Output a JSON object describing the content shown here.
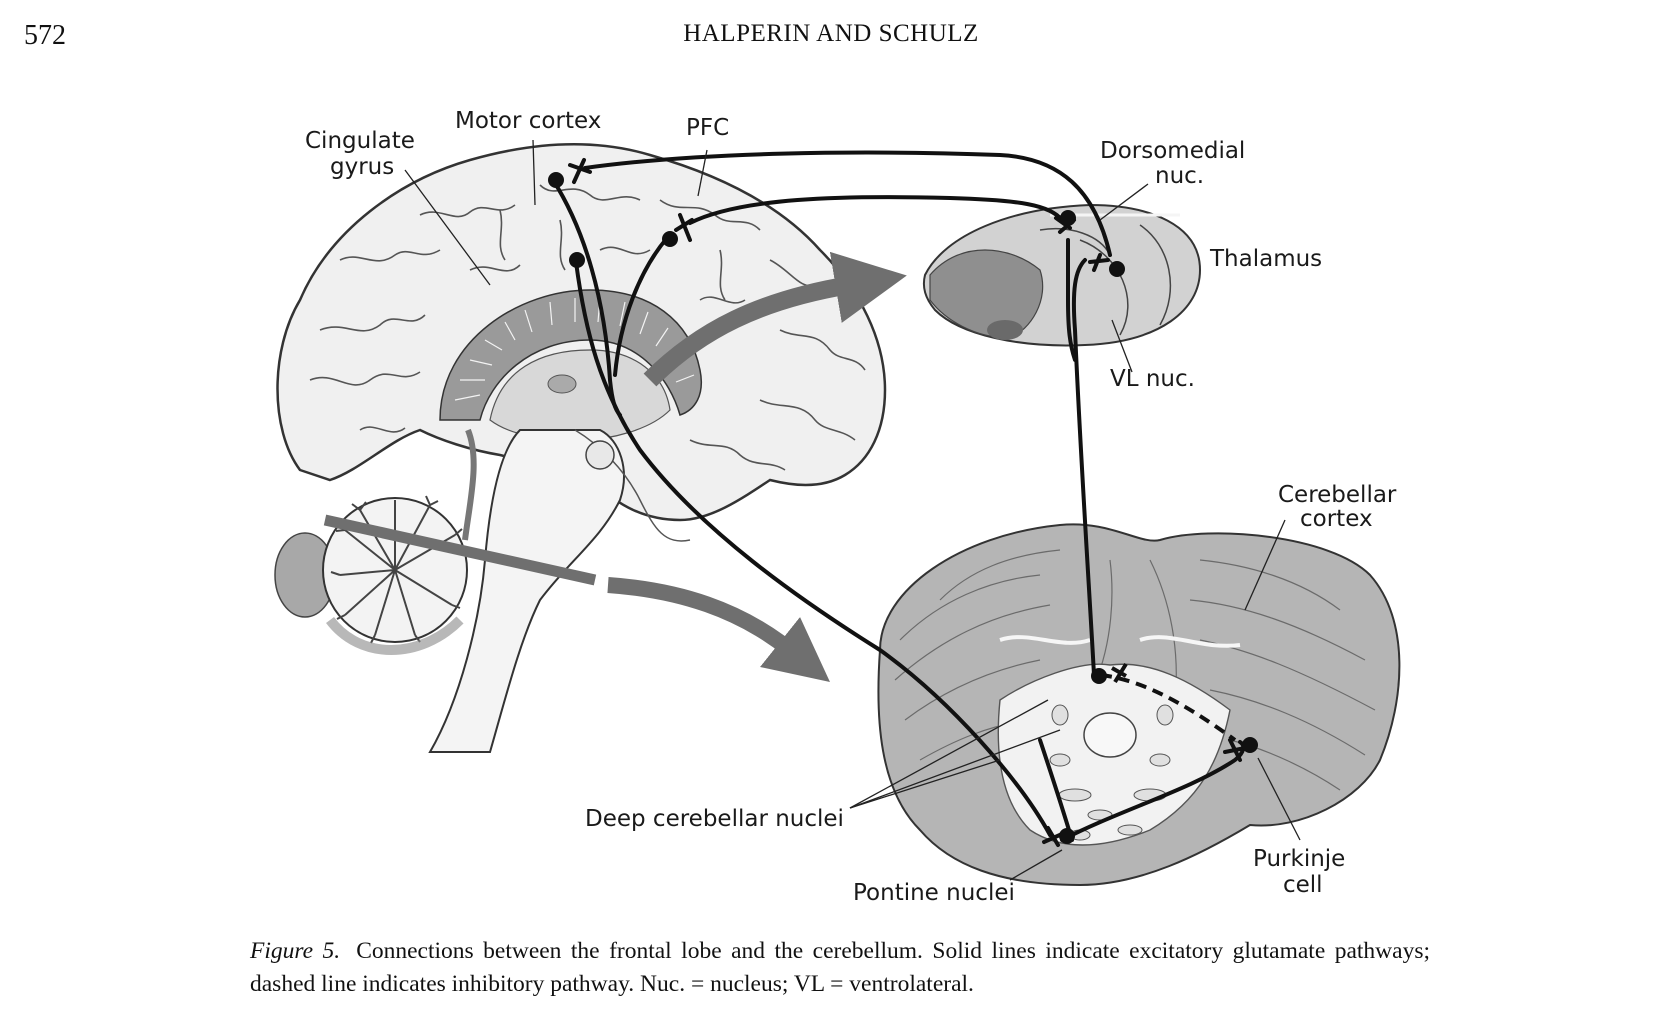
{
  "page": {
    "number": "572",
    "running_head": "HALPERIN AND SCHULZ"
  },
  "figure": {
    "labels": {
      "cingulate_line1": "Cingulate",
      "cingulate_line2": "gyrus",
      "motor_cortex": "Motor cortex",
      "pfc": "PFC",
      "dorsomedial_line1": "Dorsomedial",
      "dorsomedial_line2": "nuc.",
      "thalamus": "Thalamus",
      "vl_nuc": "VL nuc.",
      "cerebellar_cortex_line1": "Cerebellar",
      "cerebellar_cortex_line2": "cortex",
      "deep_cerebellar_nuclei": "Deep cerebellar nuclei",
      "pontine_nuclei": "Pontine nuclei",
      "purkinje_line1": "Purkinje",
      "purkinje_line2": "cell"
    },
    "colors": {
      "pathway": "#111111",
      "arrow": "#6f6f6f",
      "tissue_light": "#f0f0f0",
      "tissue_mid": "#bdbdbd",
      "tissue_dark": "#8f8f8f"
    }
  },
  "caption": {
    "figure_number": "Figure 5.",
    "text": "Connections between the frontal lobe and the cerebellum. Solid lines indicate excitatory glutamate pathways; dashed line indicates inhibitory pathway. Nuc. = nucleus; VL = ventrolateral."
  }
}
